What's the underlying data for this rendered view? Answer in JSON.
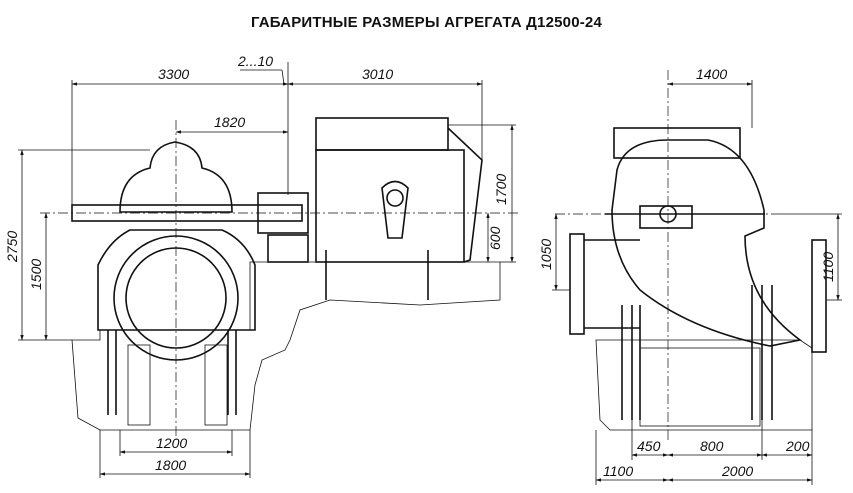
{
  "title": "ГАБАРИТНЫЕ РАЗМЕРЫ АГРЕГАТА Д12500-24",
  "front_view": {
    "dims": {
      "total_left": "3300",
      "gap": "2...10",
      "motor_length": "3010",
      "pump_half": "1820",
      "height_total": "2750",
      "axis_height": "1500",
      "motor_height": "1700",
      "motor_axis": "600",
      "foundation_inner": "1200",
      "foundation_outer": "1800"
    }
  },
  "side_view": {
    "dims": {
      "width_top": "1400",
      "inlet_axis": "1050",
      "outlet_axis": "1100",
      "bolt_left": "450",
      "bolt_span": "800",
      "bolt_right": "200",
      "base_left": "1100",
      "base_total": "2000"
    }
  }
}
